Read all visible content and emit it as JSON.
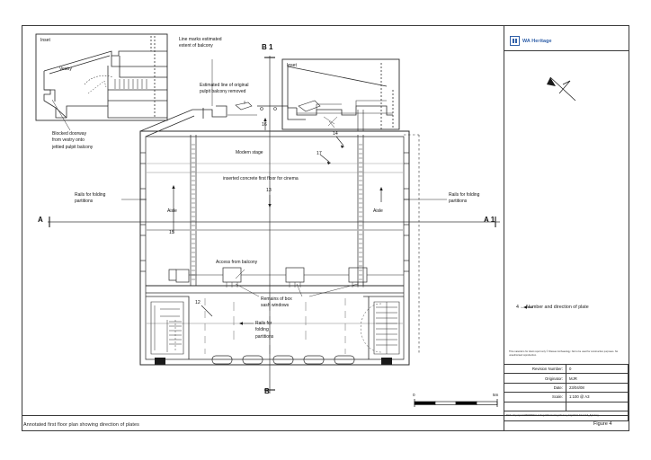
{
  "sheet": {
    "caption": "Annotated first floor plan showing direction of plates",
    "figure_label": "Figure 4"
  },
  "panel": {
    "logo_text": "WA Heritage",
    "legend_plate": "4 ←  Number and direction of plate",
    "disclaimer": "This material is for client report only © Wessex Archaeology. Not to be used for construction purposes. No unauthorised reproduction.",
    "meta_rows": [
      {
        "key": "Revision Number:",
        "value": "0"
      },
      {
        "key": "Originator:",
        "value": "MJR"
      },
      {
        "key": "Date:",
        "value": "23/04/08"
      },
      {
        "key": "Scale:",
        "value": "1:100 @ A3"
      },
      {
        "key": "",
        "value": ""
      }
    ],
    "path_text": "Path:  X:\\projects\\66000\\WA Heritage\\WA Heritage\\Survey Figs\\First Floor\\A3_fig4.dwg"
  },
  "annotations": {
    "inset_left_label": "Inset",
    "inset_right_label": "Inset",
    "vestry": "Vestry",
    "blocked_doorway": "Blocked doorway\nfrom vestry onto\njettied pulpit balcony",
    "line_marks": "Line marks estimated\nextent of balcony",
    "estimated_line": "Estimated line of original\npulpit balcony removed",
    "modern_stage": "Modern stage",
    "inserted_concrete": "inserted concrete first floor for cinema",
    "rails_left": "Rails for folding\npartitions",
    "rails_right": "Rails for folding\npartitions",
    "rails_lower": "Rails for\nfolding\npartitions",
    "aisle_left": "Aisle",
    "aisle_right": "Aisle",
    "access_balcony": "Access from balcony",
    "box_sash": "Remains of box\nsash windows"
  },
  "section_marks": {
    "b_top": "B 1",
    "b_bottom": "B",
    "a_left": "A",
    "a_right": "A 1"
  },
  "plate_numbers": {
    "n12": "12",
    "n13": "13",
    "n14": "14",
    "n15": "15",
    "n16": "16",
    "n17": "17"
  },
  "scalebar": {
    "zero": "0",
    "max": "5m"
  }
}
